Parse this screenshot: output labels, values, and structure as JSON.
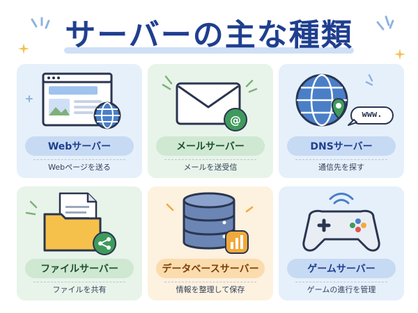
{
  "title": "サーバーの主な種類",
  "colors": {
    "title": "#1f3f8f",
    "blue_card": "#e6f0fb",
    "green_card": "#e8f4e9",
    "orange_card": "#fdf1df",
    "blue_pill": "#c7daf3",
    "green_pill": "#cfe8d2",
    "orange_pill": "#fbdcae"
  },
  "cards": [
    {
      "label": "Webサーバー",
      "desc": "Webページを送る",
      "icon": "web-browser-globe-icon"
    },
    {
      "label": "メールサーバー",
      "desc": "メールを送受信",
      "icon": "mail-envelope-icon"
    },
    {
      "label": "DNSサーバー",
      "desc": "通信先を探す",
      "icon": "dns-globe-pin-icon",
      "badge": "www."
    },
    {
      "label": "ファイルサーバー",
      "desc": "ファイルを共有",
      "icon": "folder-share-icon"
    },
    {
      "label": "データベースサーバー",
      "desc": "情報を整理して保存",
      "icon": "database-chart-icon"
    },
    {
      "label": "ゲームサーバー",
      "desc": "ゲームの進行を管理",
      "icon": "game-controller-icon"
    }
  ]
}
